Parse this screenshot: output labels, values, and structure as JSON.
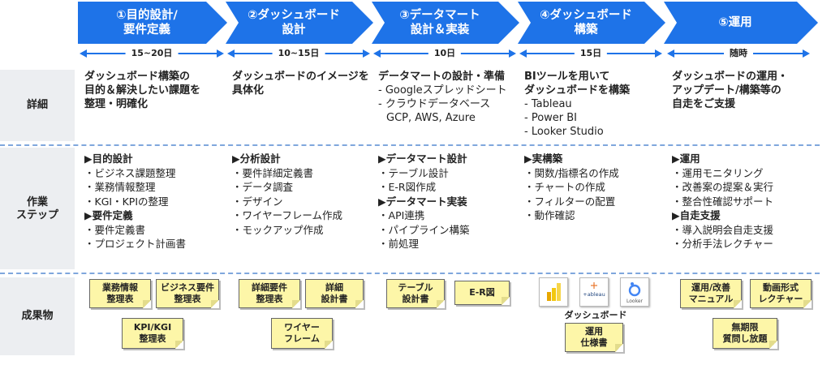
{
  "labels": {
    "detail": "詳細",
    "steps": "作業\nステップ",
    "deliverables": "成果物"
  },
  "phases": [
    {
      "title": "①目的設計/\n要件定義",
      "duration": "15~20日"
    },
    {
      "title": "②ダッシュボード\n設計",
      "duration": "10~15日"
    },
    {
      "title": "③データマート\n設計＆実装",
      "duration": "10日"
    },
    {
      "title": "④ダッシュボード\n構築",
      "duration": "15日"
    },
    {
      "title": "⑤運用",
      "duration": "随時"
    }
  ],
  "details": [
    {
      "head": "ダッシュボード構築の\n目的＆解決したい課題を\n整理・明確化",
      "items": []
    },
    {
      "head": "ダッシュボードのイメージを\n具体化",
      "items": []
    },
    {
      "head": "データマートの設計・準備",
      "items": [
        "- Googleスプレッドシート",
        "- クラウドデータベース",
        "GCP, AWS, Azure"
      ]
    },
    {
      "head": "BIツールを用いて\nダッシュボードを構築",
      "items": [
        "- Tableau",
        "- Power BI",
        "- Looker Studio"
      ]
    },
    {
      "head": "ダッシュボードの運用・\nアップデート/構築等の\n自走をご支援",
      "items": []
    }
  ],
  "steps": [
    [
      {
        "h": "▶目的設計",
        "items": [
          "ビジネス課題整理",
          "業務情報整理",
          "KGI・KPIの整理"
        ]
      },
      {
        "h": "▶要件定義",
        "items": [
          "要件定義書",
          "プロジェクト計画書"
        ]
      }
    ],
    [
      {
        "h": "▶分析設計",
        "items": [
          "要件詳細定義書",
          "データ調査",
          "デザイン",
          "ワイヤーフレーム作成",
          "モックアップ作成"
        ]
      }
    ],
    [
      {
        "h": "▶データマート設計",
        "items": [
          "テーブル設計",
          "E-R図作成"
        ]
      },
      {
        "h": "▶データマート実装",
        "items": [
          "API連携",
          "パイプライン構築",
          "前処理"
        ]
      }
    ],
    [
      {
        "h": "▶実構築",
        "items": [
          "関数/指標名の作成",
          "チャートの作成",
          "フィルターの配置",
          "動作確認"
        ]
      }
    ],
    [
      {
        "h": "▶運用",
        "items": [
          "運用モニタリング",
          "改善案の提案＆実行",
          "整合性確認サポート"
        ]
      },
      {
        "h": "▶自走支援",
        "items": [
          "導入説明会自走支援",
          "分析手法レクチャー"
        ]
      }
    ]
  ],
  "deliverables": {
    "p1": [
      "業務情報\n整理表",
      "ビジネス要件\n整理表",
      "KPI/KGI\n整理表"
    ],
    "p2": [
      "詳細要件\n整理表",
      "詳細\n設計書",
      "ワイヤー\nフレーム"
    ],
    "p3": [
      "テーブル\n設計書",
      "E-R図"
    ],
    "p4": {
      "caption": "ダッシュボード",
      "tableau": "+ableau",
      "looker": "Looker",
      "note": "運用\n仕様書"
    },
    "p5": [
      "運用/改善\nマニュアル",
      "動画形式\nレクチャー",
      "無期限\n質問し放題"
    ]
  },
  "colors": {
    "chevron": "#1e73e8",
    "note": "#fdf6a8",
    "label_bg": "#eceef1"
  }
}
